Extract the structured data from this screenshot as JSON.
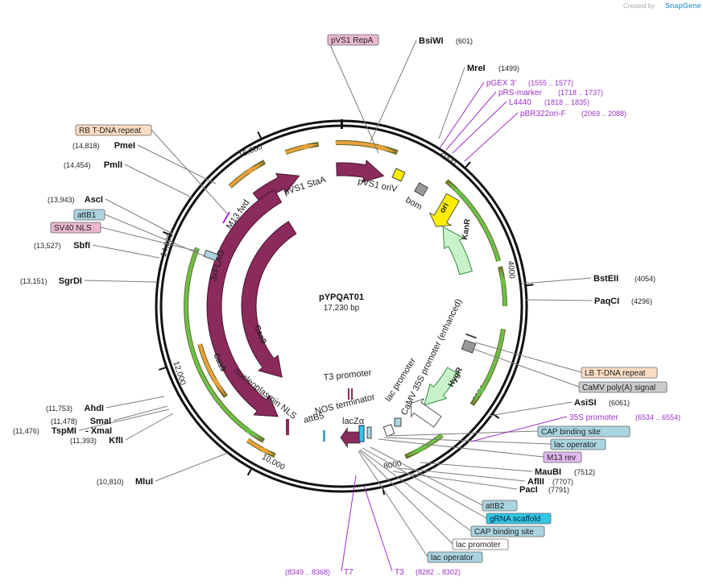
{
  "page": {
    "watermark_prefix": "Created by",
    "watermark_brand": "SnapGene"
  },
  "plasmid": {
    "name": "pYPQAT01",
    "length": "17,230 bp"
  },
  "scale_ticks": [
    "2000",
    "4000",
    "6000",
    "8000",
    "10,000",
    "12,000",
    "14,000",
    "16,000"
  ],
  "site_labels": [
    {
      "name": "BsiWI",
      "position": "(601)",
      "type": "enzyme"
    },
    {
      "name": "MreI",
      "position": "(1499)",
      "type": "enzyme"
    },
    {
      "name": "pGEX 3'",
      "position": "(1555 .. 1577)",
      "type": "primer"
    },
    {
      "name": "pRS-marker",
      "position": "(1718 .. 1737)",
      "type": "primer"
    },
    {
      "name": "L4440",
      "position": "(1818 .. 1835)",
      "type": "primer"
    },
    {
      "name": "pBR322ori-F",
      "position": "(2069 .. 2088)",
      "type": "primer"
    },
    {
      "name": "BstEII",
      "position": "(4054)",
      "type": "enzyme"
    },
    {
      "name": "PaqCI",
      "position": "(4296)",
      "type": "enzyme"
    },
    {
      "name": "AsiSI",
      "position": "(6061)",
      "type": "enzyme"
    },
    {
      "name": "35S promoter",
      "position": "(6534 .. 6554)",
      "type": "primer"
    },
    {
      "name": "MauBI",
      "position": "(7512)",
      "type": "enzyme"
    },
    {
      "name": "AflII",
      "position": "(7707)",
      "type": "enzyme"
    },
    {
      "name": "PacI",
      "position": "(7791)",
      "type": "enzyme"
    },
    {
      "name": "T3",
      "position": "(8282 .. 8302)",
      "type": "primer"
    },
    {
      "name": "T7",
      "position": "(8349 .. 8368)",
      "type": "primer"
    },
    {
      "name": "MluI",
      "position": "(10,810)",
      "type": "enzyme"
    },
    {
      "name": "KflI",
      "position": "(11,393)",
      "type": "enzyme"
    },
    {
      "name": "TspMI",
      "position": "(11,476)",
      "type": "enzyme"
    },
    {
      "name": "- XmaI",
      "position": "",
      "type": "enzyme"
    },
    {
      "name": "SmaI",
      "position": "(11,478)",
      "type": "enzyme"
    },
    {
      "name": "AhdI",
      "position": "(11,753)",
      "type": "enzyme"
    },
    {
      "name": "SgrDI",
      "position": "(13,151)",
      "type": "enzyme"
    },
    {
      "name": "SbfI",
      "position": "(13,527)",
      "type": "enzyme"
    },
    {
      "name": "AscI",
      "position": "(13,943)",
      "type": "enzyme"
    },
    {
      "name": "PmlI",
      "position": "(14,454)",
      "type": "enzyme"
    },
    {
      "name": "PmeI",
      "position": "(14,818)",
      "type": "enzyme"
    }
  ],
  "feature_flags": [
    {
      "label": "pVS1 RepA",
      "fill": "#e8b8cf"
    },
    {
      "label": "RB T-DNA repeat",
      "fill": "#fbdcc2"
    },
    {
      "label": "attB1",
      "fill": "#a9d4e0"
    },
    {
      "label": "SV40 NLS",
      "fill": "#e8b8cf"
    },
    {
      "label": "LB T-DNA repeat",
      "fill": "#fbdcc2"
    },
    {
      "label": "CaMV poly(A) signal",
      "fill": "#cccccc"
    },
    {
      "label": "CAP binding site",
      "fill": "#a9d4e0"
    },
    {
      "label": "lac operator",
      "fill": "#a9d4e0"
    },
    {
      "label": "M13 rev",
      "fill": "#e2b8f0"
    },
    {
      "label": "attB2",
      "fill": "#a9d4e0"
    },
    {
      "label": "gRNA scaffold",
      "fill": "#33c6e6"
    },
    {
      "label": "CAP binding site",
      "fill": "#a9d4e0"
    },
    {
      "label": "lac promoter",
      "fill": "#ffffff"
    },
    {
      "label": "lac operator",
      "fill": "#a9d4e0"
    }
  ],
  "feature_labels": [
    "pVS1 StaA",
    "pVS1 oriV",
    "bom",
    "ori",
    "KanR",
    "M13 fwd",
    "3xFLAG",
    "Cas9",
    "Cas9",
    "nucleoplasmin NLS",
    "T3 promoter",
    "NOS terminator",
    "attB5",
    "lacZα",
    "lac promoter",
    "CaMV 35S promoter (enhanced)",
    "HygR"
  ],
  "colors": {
    "cds": "#8b2a5c",
    "ori": "#ffee00",
    "marker": "#c8f2c8",
    "misc": "#999999",
    "primer": "#9b30c9",
    "orf_orange": "#e8a23a",
    "orf_green": "#6cc04a",
    "backbone": "#111111"
  }
}
